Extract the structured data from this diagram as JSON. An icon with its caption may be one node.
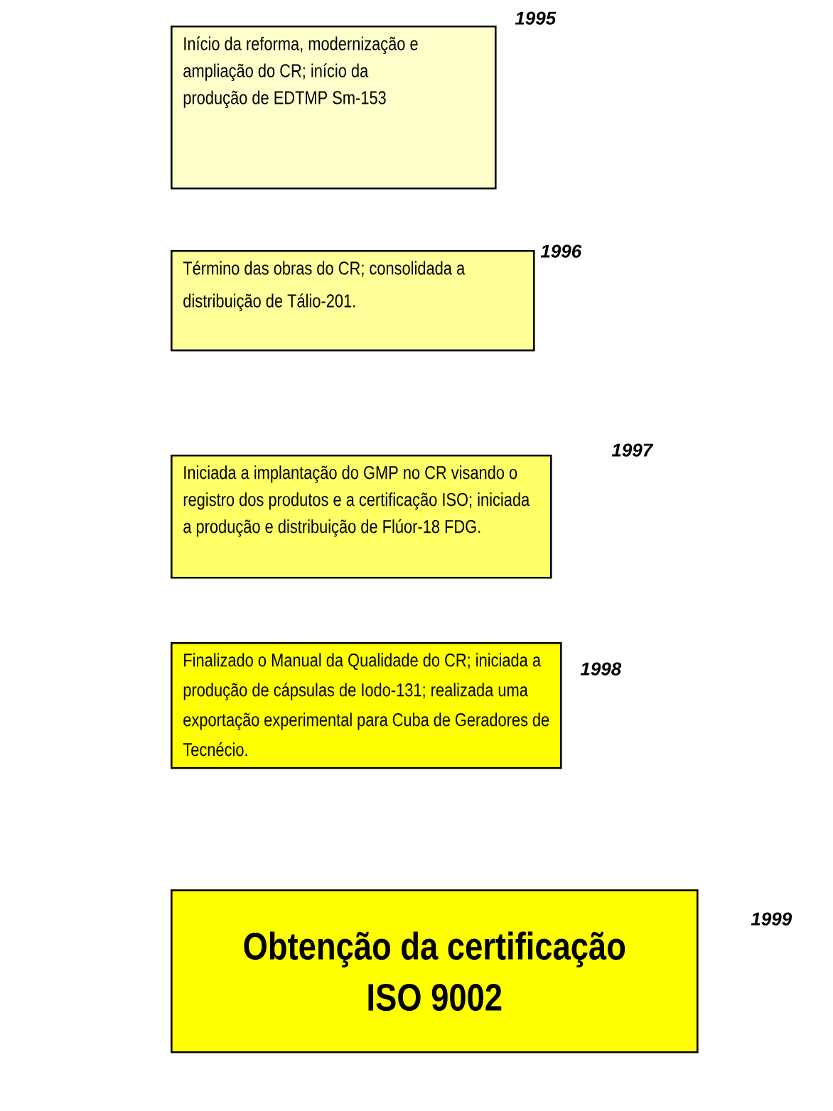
{
  "diagram": {
    "nodes": [
      {
        "text": [
          "Início da reforma, modernização e ampliação do CR; início da produção de EDTMP Sm-153"
        ],
        "beside": [
          "1995"
        ]
      },
      {
        "text": [
          "Término das obras do CR; consolidada a distribuição de Tálio-201."
        ],
        "beside": [
          "1996"
        ]
      },
      {
        "text": [
          "Iniciada a implantação do GMP no CR visando o registro dos produtos e a certificação ISO; iniciada a produção e distribuição de Flúor-18 FDG."
        ],
        "beside": [
          "1997"
        ]
      },
      {
        "text": [
          "Finalizado o Manual da Qualidade do CR; iniciada a produção de cápsulas de Iodo-131; realizada uma exportação experimental para Cuba de Geradores de Tecnécio."
        ],
        "beside": [
          "1998"
        ]
      },
      {
        "text": [
          "Obtenção da certificação ISO 9002"
        ],
        "beside": [
          "1999"
        ]
      }
    ],
    "edges": []
  }
}
